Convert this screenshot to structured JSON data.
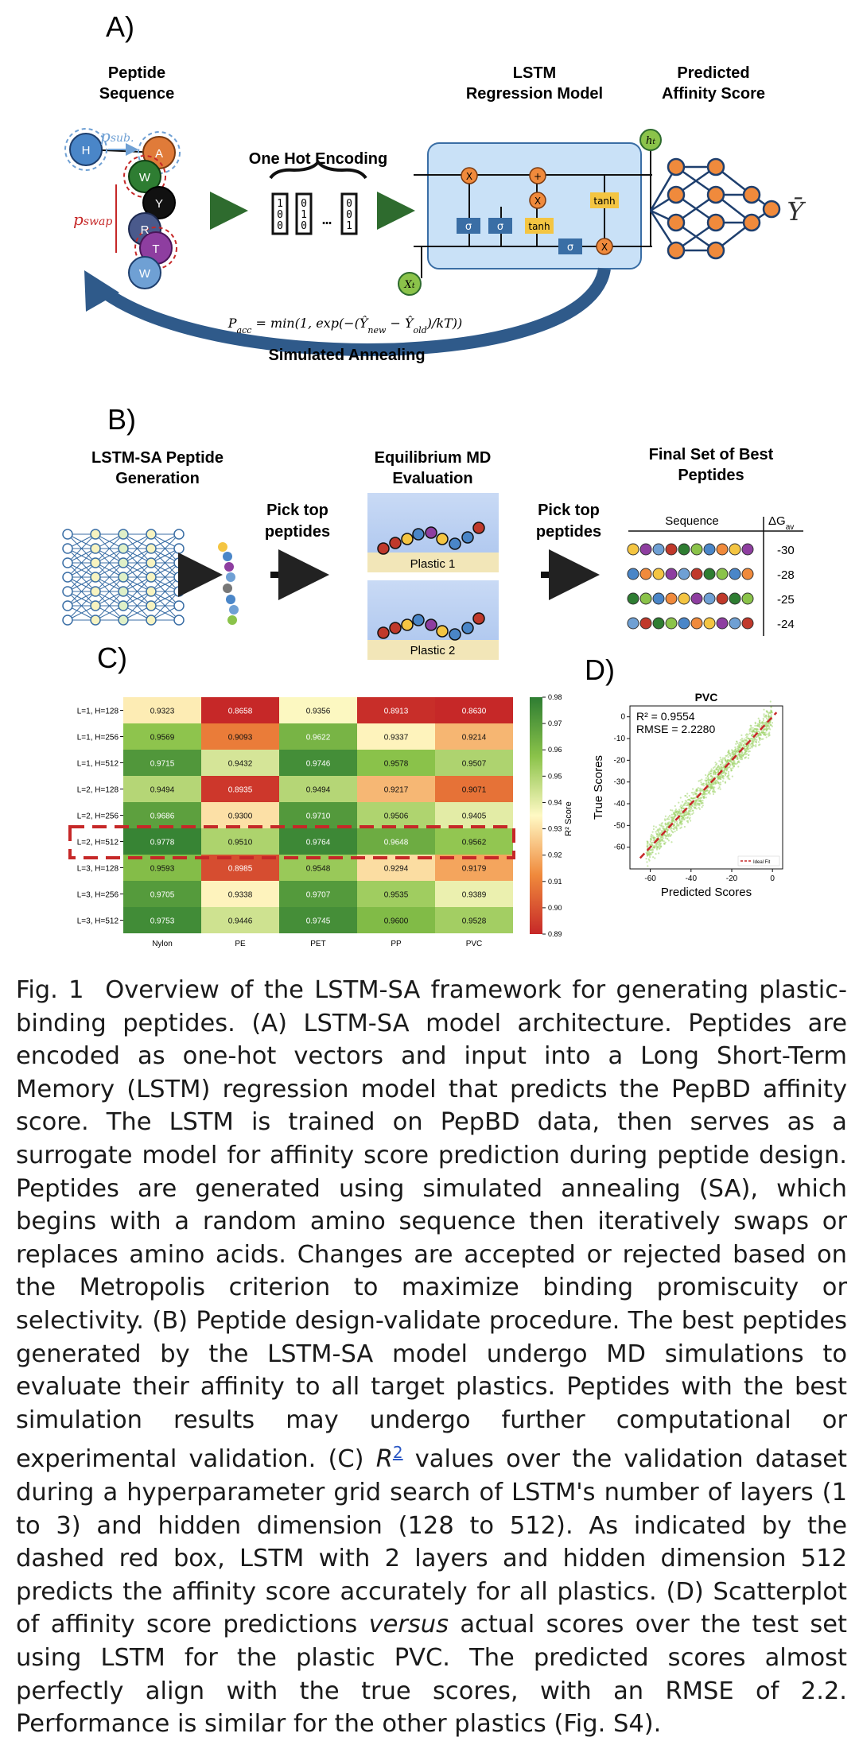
{
  "panelA": {
    "label": "A)",
    "peptide_title": [
      "Peptide",
      "Sequence"
    ],
    "lstm_title": [
      "LSTM",
      "Regression Model"
    ],
    "pred_title": [
      "Predicted",
      "Affinity Score"
    ],
    "onehot": "One Hot Encoding",
    "psub": "p",
    "psub_sub": "sub.",
    "pswap": "p",
    "pswap_sub": "swap",
    "residues": [
      "H",
      "A",
      "W",
      "Y",
      "R",
      "T",
      "W"
    ],
    "sa_label": "Simulated Annealing",
    "yhat": "Ȳ",
    "ht": "h",
    "xt": "X",
    "gates": [
      "σ",
      "σ",
      "tanh",
      "σ",
      "tanh"
    ]
  },
  "panelB": {
    "label": "B)",
    "gen_title": [
      "LSTM-SA Peptide",
      "Generation"
    ],
    "md_title": [
      "Equilibrium MD",
      "Evaluation"
    ],
    "final_title": [
      "Final Set of Best",
      "Peptides"
    ],
    "pick1": [
      "Pick top",
      "peptides"
    ],
    "pick2": [
      "Pick top",
      "peptides"
    ],
    "plastic1": "Plastic 1",
    "plastic2": "Plastic 2",
    "seq_header": "Sequence",
    "dg_header": "ΔG",
    "dg_sub": "av",
    "dg_values": [
      "-30",
      "-28",
      "-25",
      "-24"
    ]
  },
  "panelC": {
    "label": "C)",
    "colorbar_label": "R² Score",
    "colorbar_ticks": [
      "0.98",
      "0.97",
      "0.96",
      "0.95",
      "0.94",
      "0.93",
      "0.92",
      "0.91",
      "0.90",
      "0.89"
    ]
  },
  "panelD": {
    "label": "D)",
    "legend": "Ideal Fit"
  },
  "chart_data": [
    {
      "type": "heatmap",
      "title": "",
      "xlabel": "",
      "ylabel": "",
      "columns": [
        "Nylon",
        "PE",
        "PET",
        "PP",
        "PVC"
      ],
      "rows": [
        "L=1, H=128",
        "L=1, H=256",
        "L=1, H=512",
        "L=2, H=128",
        "L=2, H=256",
        "L=2, H=512",
        "L=3, H=128",
        "L=3, H=256",
        "L=3, H=512"
      ],
      "values": [
        [
          0.9323,
          0.8658,
          0.9356,
          0.8913,
          0.863
        ],
        [
          0.9569,
          0.9093,
          0.9622,
          0.9337,
          0.9214
        ],
        [
          0.9715,
          0.9432,
          0.9746,
          0.9578,
          0.9507
        ],
        [
          0.9494,
          0.8935,
          0.9494,
          0.9217,
          0.9071
        ],
        [
          0.9686,
          0.93,
          0.971,
          0.9506,
          0.9405
        ],
        [
          0.9778,
          0.951,
          0.9764,
          0.9648,
          0.9562
        ],
        [
          0.9593,
          0.8985,
          0.9548,
          0.9294,
          0.9179
        ],
        [
          0.9705,
          0.9338,
          0.9707,
          0.9535,
          0.9389
        ],
        [
          0.9753,
          0.9446,
          0.9745,
          0.96,
          0.9528
        ]
      ],
      "vmin": 0.89,
      "vmax": 0.98,
      "highlight_row": "L=2, H=512"
    },
    {
      "type": "scatter",
      "title": "PVC",
      "xlabel": "Predicted Scores",
      "ylabel": "True Scores",
      "xlim": [
        -70,
        5
      ],
      "ylim": [
        -70,
        5
      ],
      "xticks": [
        -60,
        -40,
        -20,
        0
      ],
      "yticks": [
        0,
        -10,
        -20,
        -30,
        -40,
        -50,
        -60
      ],
      "annotations": [
        "R² = 0.9554",
        "RMSE = 2.2280"
      ],
      "series": [
        {
          "name": "Ideal Fit",
          "x": [
            -65,
            2
          ],
          "y": [
            -65,
            2
          ]
        }
      ]
    }
  ],
  "caption": {
    "label": "Fig. 1",
    "part1": "Overview of the LSTM-SA framework for generating plastic-binding peptides. (A) LSTM-SA model architecture. Peptides are encoded as one-hot vectors and input into a Long Short-Term Memory (LSTM) regression model that predicts the PepBD affinity score. The LSTM is trained on PepBD data, then serves as a surrogate model for affinity score prediction during peptide design. Peptides are generated using simulated annealing (SA), which begins with a random amino sequence then iteratively swaps or replaces amino acids. Changes are accepted or rejected based on the Metropolis criterion to maximize binding promiscuity or selectivity. (B) Peptide design-validate procedure. The best peptides generated by the LSTM-SA model undergo MD simulations to evaluate their affinity to all target plastics. Peptides with the best simulation results may undergo further computational or experimental validation. (C) ",
    "r": "R",
    "r_sup": "2",
    "part2": " values over the validation dataset during a hyperparameter grid search of LSTM's number of layers (1 to 3) and hidden dimension (128 to 512). As indicated by the dashed red box, LSTM with 2 layers and hidden dimension 512 predicts the affinity score accurately for all plastics. (D) Scatterplot of affinity score predictions ",
    "versus": "versus",
    "part3": " actual scores over the test set using LSTM for the plastic PVC. The predicted scores almost perfectly align with the true scores, with an RMSE of 2.2. Performance is similar for the other plastics (Fig. S4)."
  }
}
